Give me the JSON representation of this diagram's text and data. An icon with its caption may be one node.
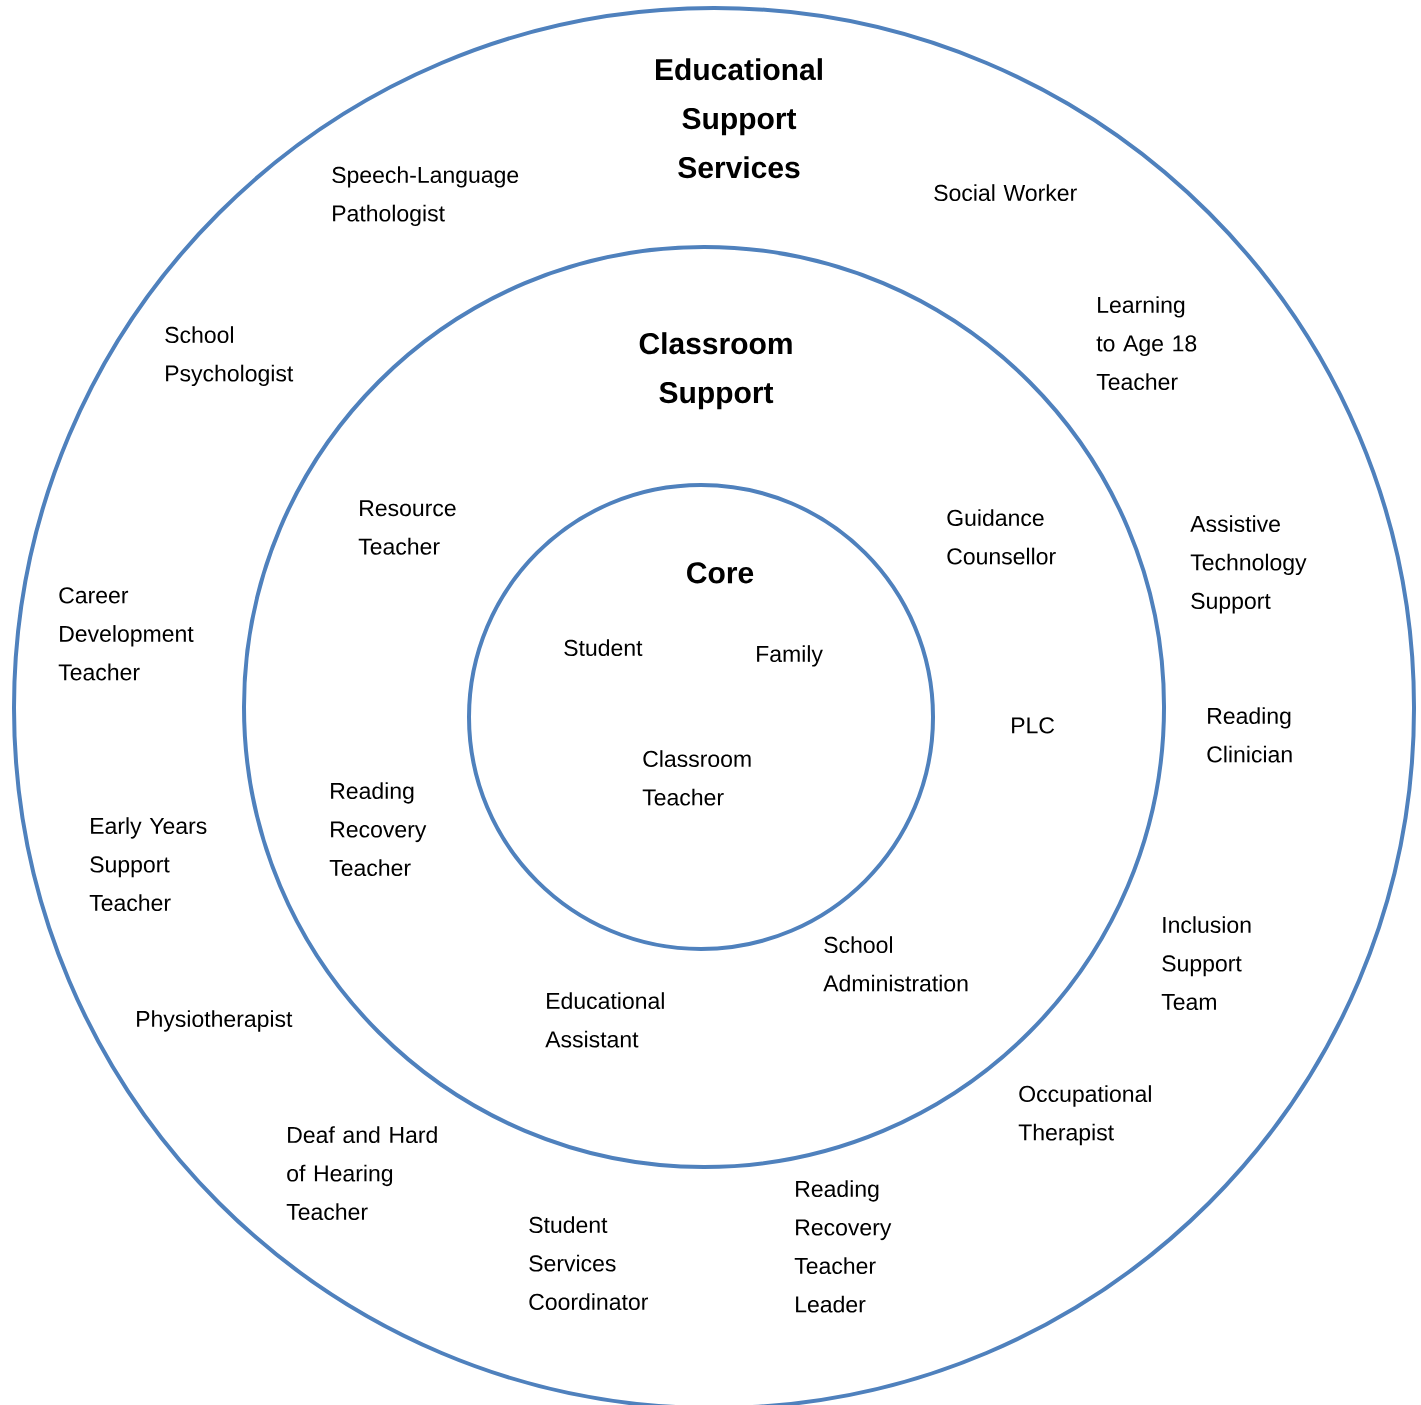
{
  "diagram": {
    "nodes": [
      {
        "text": [
          "Educational Support Services",
          "Speech-Language Pathologist",
          "Social Worker",
          "School Psychologist",
          "Learning to Age 18 Teacher",
          "Career Development Teacher",
          "Assistive Technology Support",
          "Reading Clinician",
          "Early Years Support Teacher",
          "Physiotherapist",
          "Inclusion Support Team",
          "Deaf and Hard of Hearing Teacher",
          "Occupational Therapist",
          "Student Services Coordinator",
          "Reading Recovery Teacher Leader"
        ]
      },
      {
        "text": [
          "Classroom Support",
          "Resource Teacher",
          "Guidance Counsellor",
          "PLC",
          "Reading Recovery Teacher",
          "Educational Assistant",
          "School Administration"
        ],
        "in": 0
      },
      {
        "text": [
          "Core",
          "Student",
          "Family",
          "Classroom Teacher"
        ],
        "in": 1
      }
    ]
  }
}
